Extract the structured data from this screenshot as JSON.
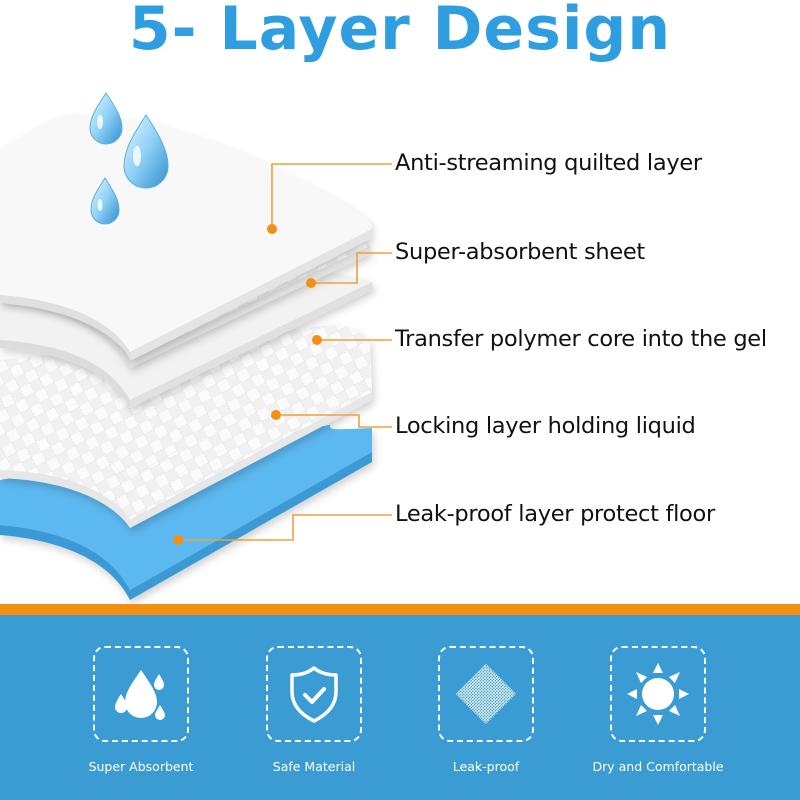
{
  "title": "5- Layer Design",
  "layers": [
    {
      "label": "Anti-streaming quilted layer"
    },
    {
      "label": "Super-absorbent sheet"
    },
    {
      "label": "Transfer polymer core into the gel"
    },
    {
      "label": "Locking layer holding liquid"
    },
    {
      "label": "Leak-proof layer protect floor"
    }
  ],
  "features": [
    {
      "label": "Super Absorbent",
      "icon": "water-drops-icon"
    },
    {
      "label": "Safe Material",
      "icon": "shield-check-icon"
    },
    {
      "label": "Leak-proof",
      "icon": "mesh-diamond-icon"
    },
    {
      "label": "Dry and Comfortable",
      "icon": "sun-icon"
    }
  ],
  "colors": {
    "title": "#2e9ee0",
    "callout": "#f4900f",
    "accent_bar": "#f4900f",
    "panel": "#3b9cd4",
    "leakproof_layer": "#5bb8f0"
  }
}
